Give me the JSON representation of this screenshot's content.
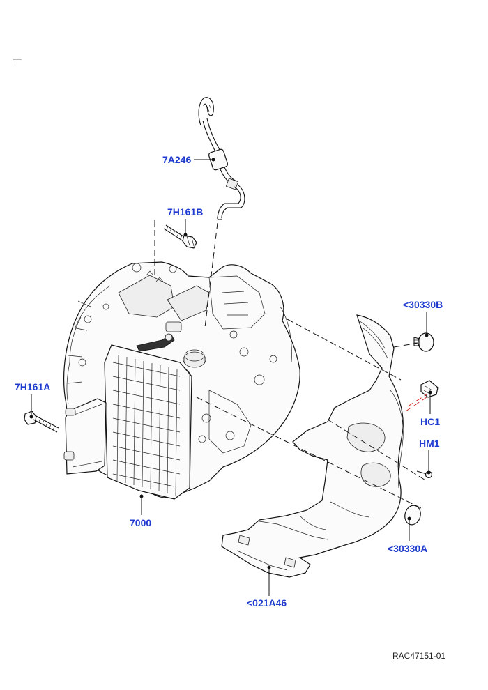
{
  "colors": {
    "callout": "#1f3ccf",
    "line": "#111111",
    "hc1_leader": "#d42020",
    "background": "#ffffff"
  },
  "callouts": {
    "c7A246": "7A246",
    "c7H161B": "7H161B",
    "c7H161A": "7H161A",
    "c7000": "7000",
    "c30330B": "<30330B",
    "cHC1": "HC1",
    "cHM1": "HM1",
    "c30330A": "<30330A",
    "c021A46": "<021A46"
  },
  "reference": "RAC47151-01"
}
